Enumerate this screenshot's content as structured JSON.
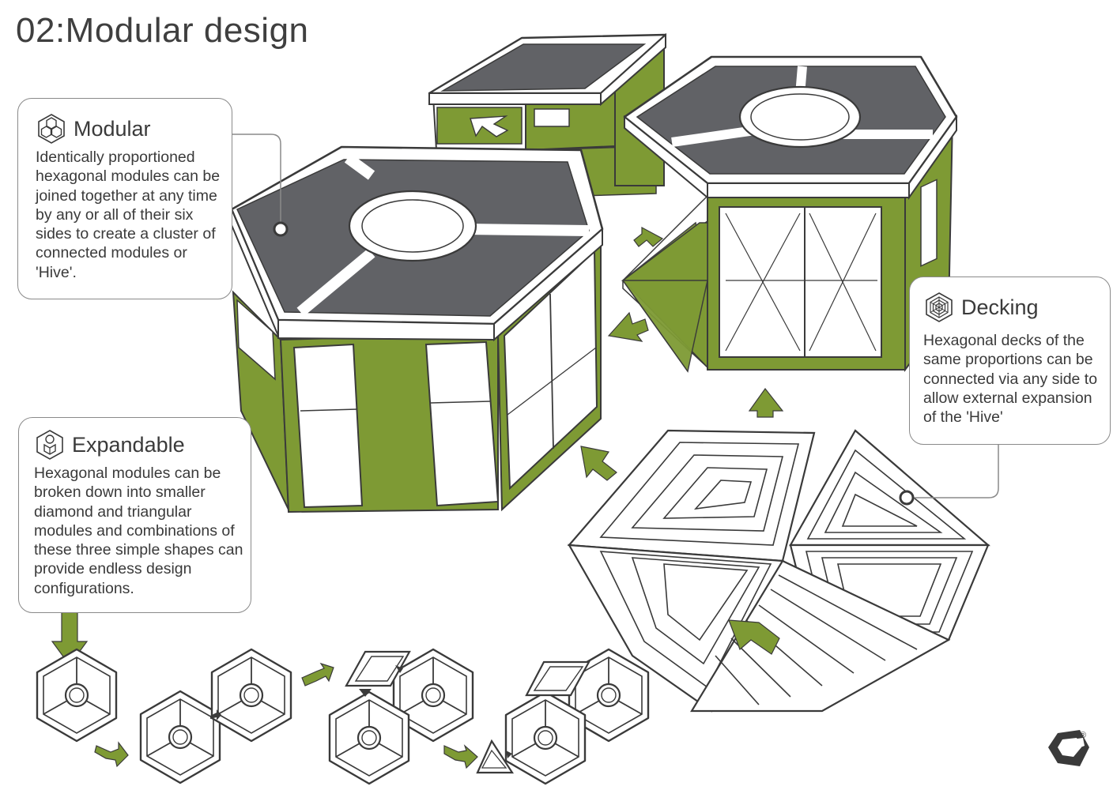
{
  "title": "02:Modular design",
  "callouts": {
    "modular": {
      "title": "Modular",
      "icon": "hexagon-cluster-icon",
      "body": "Identically proportioned hexagonal modules can be joined together at any time by any or all of their six sides to create a cluster of connected modules or 'Hive'."
    },
    "expandable": {
      "title": "Expandable",
      "icon": "expanding-shapes-icon",
      "body": "Hexagonal modules can be broken down into smaller diamond and triangular modules and combinations of these three simple shapes can provide endless design configurations."
    },
    "decking": {
      "title": "Decking",
      "icon": "decking-spiral-icon",
      "body": "Hexagonal decks of the same proportions can be connected via any side to allow external expansion of the 'Hive'"
    }
  },
  "logo": {
    "icon": "hive-logo-icon",
    "mark": "®"
  },
  "colors": {
    "wall_green": "#7e9a34",
    "roof_grey": "#616266",
    "outline": "#3a3a3a",
    "callout_border": "#8a8a8a"
  }
}
